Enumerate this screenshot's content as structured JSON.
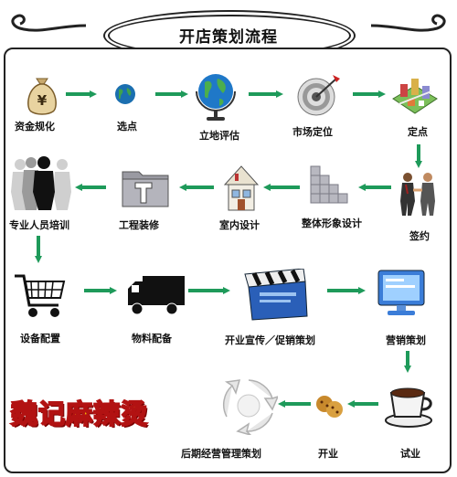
{
  "title": "开店策划流程",
  "brand": "魏记麻辣烫",
  "colors": {
    "arrow": "#1e9a5a",
    "frame": "#222222",
    "brand_fill": "#ffd200",
    "brand_stroke": "#b21212"
  },
  "steps": [
    {
      "label": "资金规化",
      "icon": "money-bag-icon"
    },
    {
      "label": "选点",
      "icon": "globe-icon"
    },
    {
      "label": "立地评估",
      "icon": "globe-stand-icon"
    },
    {
      "label": "市场定位",
      "icon": "target-icon"
    },
    {
      "label": "定点",
      "icon": "city-map-icon"
    },
    {
      "label": "签约",
      "icon": "handshake-icon"
    },
    {
      "label": "整体形象设计",
      "icon": "cube-stairs-icon"
    },
    {
      "label": "室内设计",
      "icon": "house-icon"
    },
    {
      "label": "工程装修",
      "icon": "hammer-folder-icon"
    },
    {
      "label": "专业人员培训",
      "icon": "people-icon"
    },
    {
      "label": "设备配置",
      "icon": "cart-icon"
    },
    {
      "label": "物料配备",
      "icon": "truck-icon"
    },
    {
      "label": "开业宣传／促销策划",
      "icon": "clapper-icon"
    },
    {
      "label": "营销策划",
      "icon": "monitor-icon"
    },
    {
      "label": "试业",
      "icon": "coffee-cup-icon"
    },
    {
      "label": "开业",
      "icon": "cookie-icon"
    },
    {
      "label": "后期经营管理策划",
      "icon": "recycle-icon"
    }
  ]
}
